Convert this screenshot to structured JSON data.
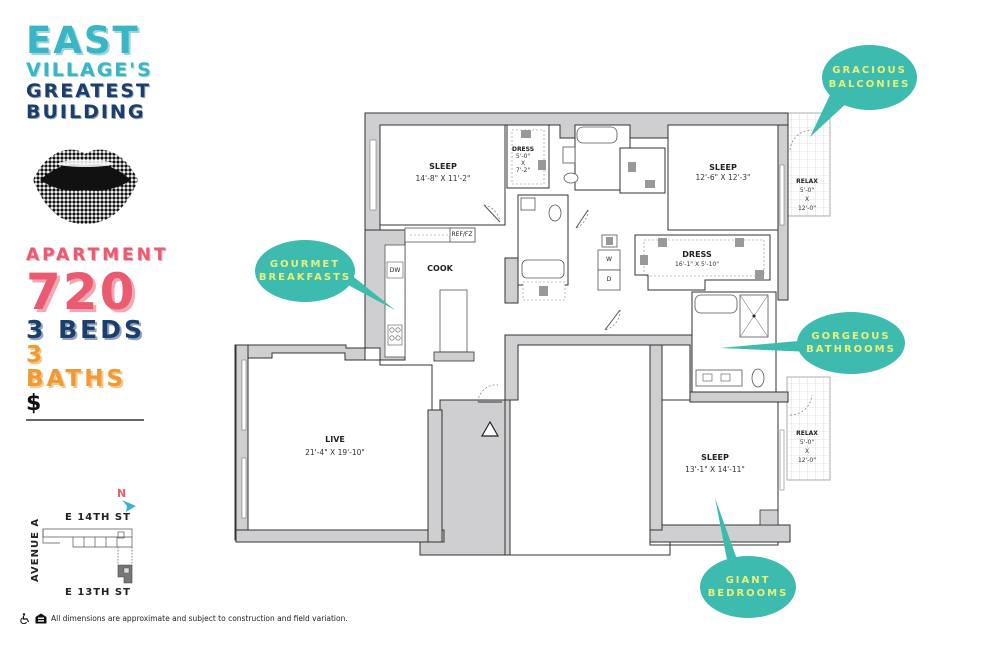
{
  "branding": {
    "line1": "EAST",
    "line2": "VILLAGE'S",
    "line3": "GREATEST",
    "line4": "BUILDING",
    "mouth_graphic": "halftone-mouth-icon"
  },
  "apartment": {
    "label": "APARTMENT",
    "number": "720",
    "beds": "3 BEDS",
    "baths": "3 BATHS",
    "price": "$"
  },
  "keyplan": {
    "north_label": "N",
    "street_top": "E 14TH ST",
    "street_side": "AVENUE A",
    "street_bottom": "E 13TH ST"
  },
  "footer": {
    "disclaimer": "All dimensions are approximate and subject to construction and field variation.",
    "icons": [
      "wheelchair-accessible-icon",
      "equal-housing-icon"
    ]
  },
  "rooms": [
    {
      "id": "sleep-1",
      "name": "SLEEP",
      "dims": "14'-8\" X 11'-2\""
    },
    {
      "id": "dress-1",
      "name": "DRESS",
      "dims_line1": "5'-0\"",
      "dims_x": "X",
      "dims_line2": "7'-2\""
    },
    {
      "id": "sleep-2",
      "name": "SLEEP",
      "dims": "12'-6\" X 12'-3\""
    },
    {
      "id": "relax-1",
      "name": "RELAX",
      "dims_line1": "5'-0\"",
      "dims_x": "X",
      "dims_line2": "12'-0\""
    },
    {
      "id": "dress-2",
      "name": "DRESS",
      "dims": "16'-1\" X 5'-10\""
    },
    {
      "id": "cook",
      "name": "COOK"
    },
    {
      "id": "live",
      "name": "LIVE",
      "dims": "21'-4\" X 19'-10\""
    },
    {
      "id": "sleep-3",
      "name": "SLEEP",
      "dims": "13'-1\" X 14'-11\""
    },
    {
      "id": "relax-2",
      "name": "RELAX",
      "dims_line1": "5'-0\"",
      "dims_x": "X",
      "dims_line2": "12'-0\""
    }
  ],
  "fixtures": {
    "refrigerator": "REF/FZ",
    "dishwasher": "DW",
    "washer": "W",
    "dryer": "D"
  },
  "callouts": [
    {
      "id": "balconies",
      "line1": "GRACIOUS",
      "line2": "BALCONIES"
    },
    {
      "id": "breakfasts",
      "line1": "GOURMET",
      "line2": "BREAKFASTS"
    },
    {
      "id": "bathrooms",
      "line1": "GORGEOUS",
      "line2": "BATHROOMS"
    },
    {
      "id": "bedrooms",
      "line1": "GIANT",
      "line2": "BEDROOMS"
    }
  ],
  "colors": {
    "teal": "#3ab5c6",
    "navy": "#1d3d6b",
    "pink": "#ea5b72",
    "orange": "#ef9a36",
    "bubble": "#3dbbae",
    "bubble_text": "#e8f07a",
    "wall": "#cfcfd1"
  }
}
